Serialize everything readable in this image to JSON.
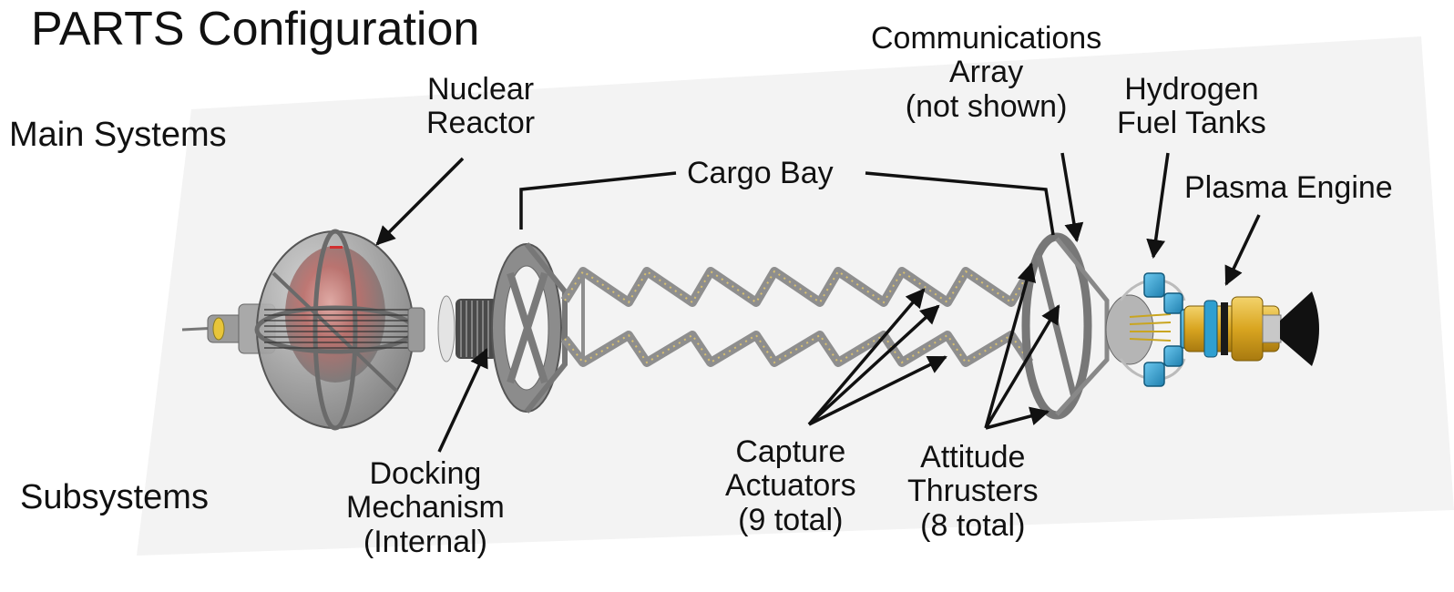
{
  "title": "PARTS Configuration",
  "sections": {
    "main": "Main Systems",
    "sub": "Subsystems"
  },
  "labels": {
    "nuclear_reactor": [
      "Nuclear",
      "Reactor"
    ],
    "cargo_bay": "Cargo Bay",
    "communications_array": [
      "Communications",
      "Array",
      "(not shown)"
    ],
    "hydrogen_fuel_tanks": [
      "Hydrogen",
      "Fuel Tanks"
    ],
    "plasma_engine": "Plasma Engine",
    "docking_mechanism": [
      "Docking",
      "Mechanism",
      "(Internal)"
    ],
    "capture_actuators": [
      "Capture",
      "Actuators",
      "(9 total)"
    ],
    "attitude_thrusters": [
      "Attitude",
      "Thrusters",
      "(8 total)"
    ]
  },
  "colors": {
    "backdrop": "#f2f2f2",
    "hull": "#9a9a9a",
    "reactor_glow": "#c0392b",
    "fuel_tank": "#2f9fd0",
    "engine_band": "#e0b32e",
    "nozzle": "#111111"
  }
}
